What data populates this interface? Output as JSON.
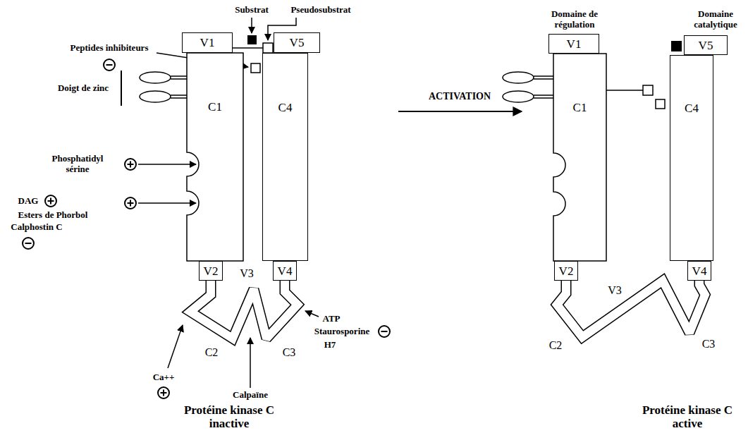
{
  "diagram": {
    "nodes": [
      {
        "text": [
          "V1"
        ]
      },
      {
        "text": [
          "C1"
        ]
      },
      {
        "text": [
          "V5"
        ]
      },
      {
        "text": [
          "C4"
        ]
      },
      {
        "text": [
          "V2"
        ]
      },
      {
        "text": [
          "V4"
        ]
      },
      {
        "text": [
          "V1"
        ]
      },
      {
        "text": [
          "C1"
        ]
      },
      {
        "text": [
          "V5"
        ]
      },
      {
        "text": [
          "C4"
        ]
      },
      {
        "text": [
          "V2"
        ]
      },
      {
        "text": [
          "V4"
        ]
      }
    ],
    "labels": [
      "Substrat",
      "Pseudosubstrat",
      "Peptides inhibiteurs",
      "Doigt de zinc",
      "Phosphatidyl sérine",
      "DAG",
      "Esters de Phorbol",
      "Calphostin C",
      "ACTIVATION",
      "V3",
      "C2",
      "C3",
      "Ca++",
      "Calpaïne",
      "ATP",
      "Staurosporine",
      "H7",
      "Protéine kinase C inactive",
      "Domaine de régulation",
      "Domaine catalytique",
      "C2",
      "V3",
      "C3",
      "Protéine kinase C active"
    ]
  }
}
